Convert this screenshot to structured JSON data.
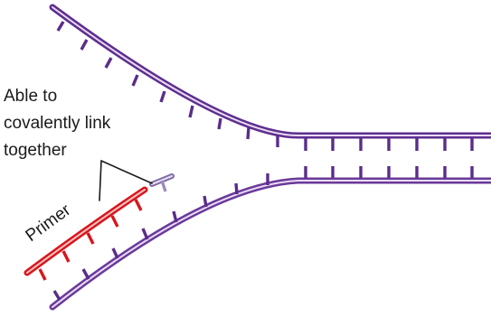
{
  "annotation": {
    "lines": [
      "Able to",
      "covalently link",
      "together"
    ]
  },
  "primer": {
    "label": "Primer"
  },
  "colors": {
    "strand": "#6a3a9a",
    "strand_light": "#d9c6ee",
    "primer": "#e0262a",
    "primer_light": "#f08a8a",
    "nucleotide": "#b9a6d6"
  }
}
